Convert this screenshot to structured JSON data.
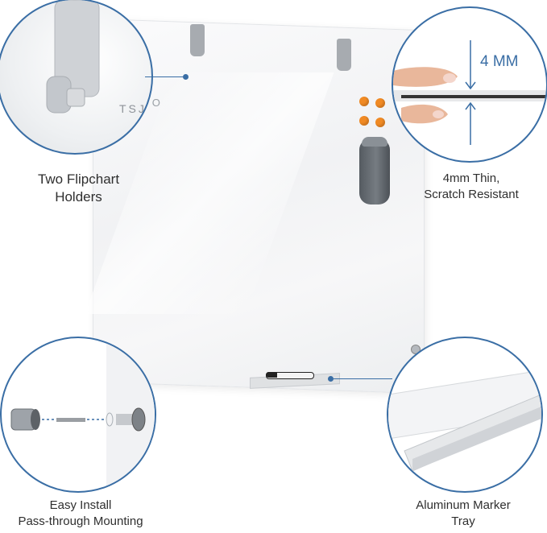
{
  "features": {
    "holders": {
      "line1": "Two Flipchart",
      "line2": "Holders"
    },
    "thin": {
      "line1": "4mm Thin,",
      "line2": "Scratch Resistant",
      "dimension": "4 MM"
    },
    "install": {
      "line1": "Easy Install",
      "line2": "Pass-through Mounting"
    },
    "tray": {
      "line1": "Aluminum Marker",
      "line2": "Tray"
    }
  },
  "board": {
    "logo_text": "TSJ O"
  },
  "colors": {
    "callout_blue": "#3a6ea5",
    "magnet_orange": "#f08a24",
    "eraser_grey": "#5f656b"
  },
  "icons": {
    "holder": "flipchart-holder-icon",
    "magnet": "magnet-icon",
    "eraser": "eraser-icon",
    "screw": "standoff-screw-icon"
  }
}
